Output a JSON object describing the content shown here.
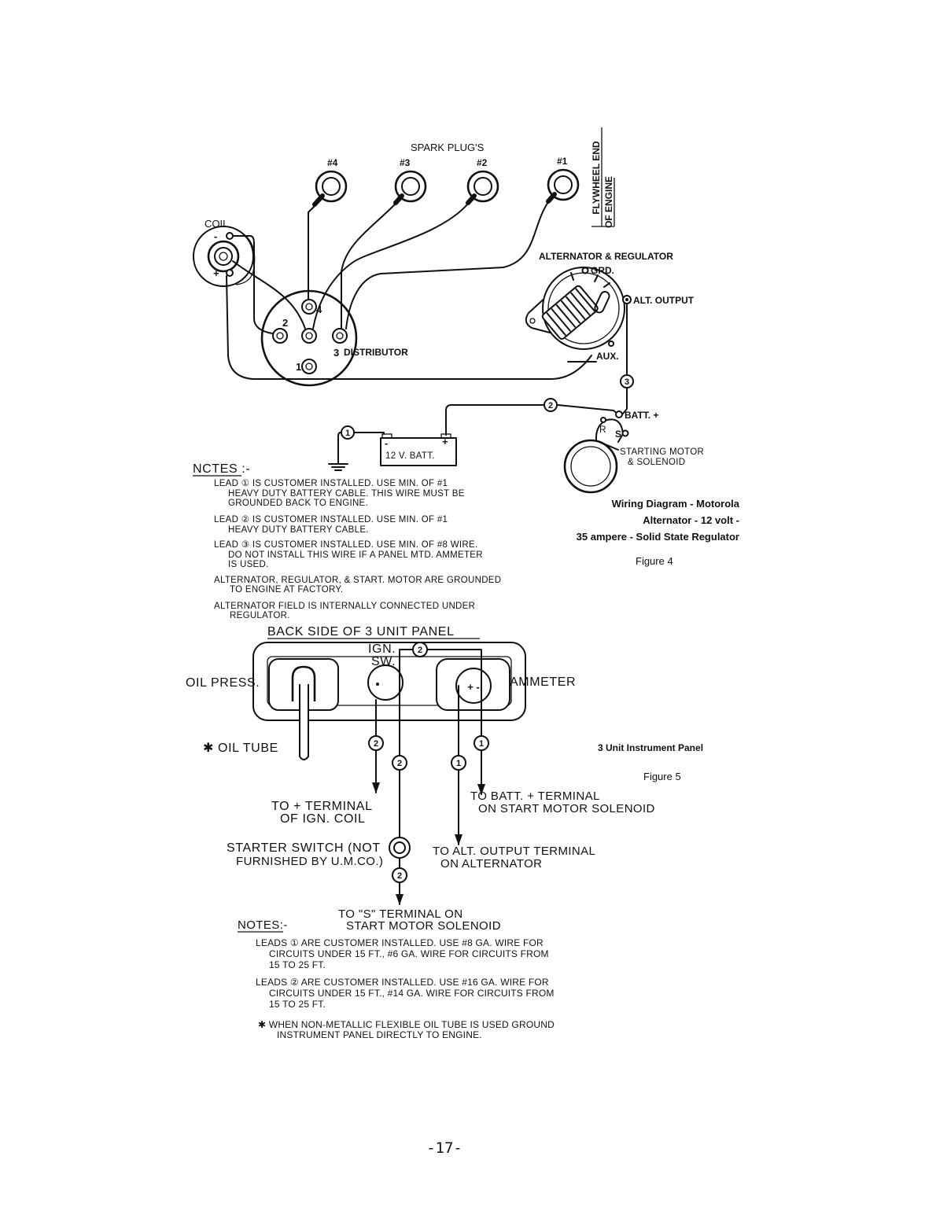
{
  "figure4": {
    "spark_plugs_label": "SPARK PLUG'S",
    "plug_labels": [
      "#4",
      "#3",
      "#2",
      "#1"
    ],
    "flywheel_label": [
      "FLYWHEEL END",
      "OF ENGINE"
    ],
    "coil": {
      "label": "COIL",
      "minus": "-",
      "plus": "+"
    },
    "distributor": {
      "label": "DISTRIBUTOR",
      "terminals": [
        "4",
        "2",
        "3",
        "1"
      ]
    },
    "alternator": {
      "label": "ALTERNATOR & REGULATOR",
      "grd": "GRD.",
      "alt_output": "ALT. OUTPUT",
      "aux": "AUX."
    },
    "starting_motor": {
      "batt_plus": "BATT. +",
      "r": "R",
      "s": "S",
      "label_1": "STARTING MOTOR",
      "label_2": "& SOLENOID"
    },
    "battery": {
      "label": "12 V. BATT.",
      "minus": "-",
      "plus": "+"
    },
    "lead_markers": {
      "lead1": "1",
      "lead2": "2",
      "lead3": "3"
    }
  },
  "notes1": {
    "heading": "NCTES :-",
    "items": [
      {
        "lines": [
          "LEAD ① IS CUSTOMER INSTALLED. USE MIN. OF #1",
          "HEAVY DUTY BATTERY CABLE. THIS WIRE MUST BE",
          "GROUNDED BACK TO ENGINE."
        ]
      },
      {
        "lines": [
          "LEAD ② IS CUSTOMER INSTALLED. USE MIN. OF #1",
          "HEAVY DUTY BATTERY CABLE."
        ]
      },
      {
        "lines": [
          "LEAD ③ IS CUSTOMER INSTALLED. USE MIN. OF #8 WIRE.",
          "DO NOT INSTALL THIS WIRE IF A PANEL MTD. AMMETER",
          "IS USED."
        ]
      },
      {
        "lines": [
          "ALTERNATOR, REGULATOR, & START. MOTOR ARE GROUNDED",
          "TO ENGINE AT FACTORY."
        ]
      },
      {
        "lines": [
          "ALTERNATOR FIELD IS INTERNALLY CONNECTED UNDER",
          "REGULATOR."
        ]
      }
    ]
  },
  "caption4": {
    "lines": [
      "Wiring Diagram - Motorola",
      "Alternator - 12 volt -",
      "35 ampere - Solid State Regulator"
    ],
    "figure": "Figure 4"
  },
  "figure5": {
    "title": "BACK SIDE OF 3 UNIT PANEL",
    "ign_sw": [
      "IGN.",
      "SW."
    ],
    "oil_press": "OIL PRESS.",
    "ammeter": "AMMETER",
    "ammeter_face": "+ -",
    "oil_tube": "✱ OIL TUBE",
    "to_coil": [
      "TO + TERMINAL",
      "OF IGN. COIL"
    ],
    "to_batt": [
      "TO BATT. + TERMINAL",
      "ON START MOTOR SOLENOID"
    ],
    "starter_switch": [
      "STARTER SWITCH (NOT",
      "FURNISHED BY U.M.CO.)"
    ],
    "to_alt": [
      "TO ALT. OUTPUT TERMINAL",
      "ON ALTERNATOR"
    ],
    "to_s": [
      "TO \"S\" TERMINAL ON",
      "START MOTOR SOLENOID"
    ],
    "markers": {
      "lead1": "1",
      "lead2": "2"
    }
  },
  "notes2": {
    "heading": "NOTES:-",
    "items": [
      {
        "lines": [
          "LEADS ① ARE CUSTOMER INSTALLED. USE #8 GA. WIRE FOR",
          "CIRCUITS UNDER 15 FT., #6 GA. WIRE FOR CIRCUITS FROM",
          "15 TO 25 FT."
        ]
      },
      {
        "lines": [
          "LEADS ② ARE CUSTOMER INSTALLED. USE #16 GA. WIRE FOR",
          "CIRCUITS UNDER 15 FT., #14 GA. WIRE FOR CIRCUITS FROM",
          "15 TO 25 FT."
        ]
      },
      {
        "lines": [
          "✱ WHEN NON-METALLIC FLEXIBLE OIL TUBE IS USED GROUND",
          "INSTRUMENT PANEL DIRECTLY TO ENGINE."
        ]
      }
    ]
  },
  "caption5": {
    "title": "3 Unit Instrument Panel",
    "figure": "Figure 5"
  },
  "page_number": "-17-"
}
